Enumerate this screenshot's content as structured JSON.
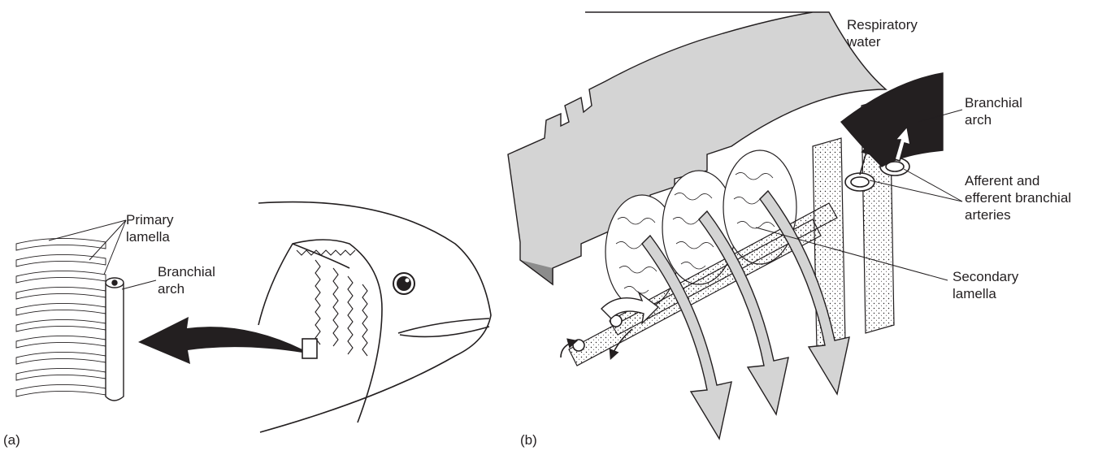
{
  "panels": {
    "a": {
      "tag": "(a)",
      "labels": {
        "primary_lamella": [
          "Primary",
          "lamella"
        ],
        "branchial_arch": [
          "Branchial",
          "arch"
        ]
      }
    },
    "b": {
      "tag": "(b)",
      "labels": {
        "respiratory_water": [
          "Respiratory",
          "water"
        ],
        "branchial_arch": [
          "Branchial",
          "arch"
        ],
        "arteries": [
          "Afferent and",
          "efferent branchial",
          "arteries"
        ],
        "secondary_lamella": [
          "Secondary",
          "lamella"
        ]
      }
    }
  },
  "colors": {
    "ink": "#231f20",
    "water_gray": "#d4d4d4",
    "dark_gray": "#8c8c8c"
  }
}
